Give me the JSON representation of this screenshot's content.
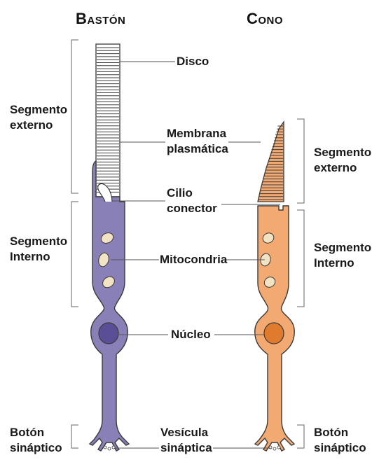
{
  "titles": {
    "rod": "Bastón",
    "cone": "Cono"
  },
  "labels": {
    "disco": "Disco",
    "membrana": [
      "Membrana",
      "plasmática"
    ],
    "cilio": [
      "Cilio",
      "conector"
    ],
    "mitocondria": "Mitocondria",
    "nucleo": "Núcleo",
    "vesicula": [
      "Vesícula",
      "sináptica"
    ],
    "left_segment_external": [
      "Segmento",
      "externo"
    ],
    "left_segment_internal": [
      "Segmento",
      "Interno"
    ],
    "left_boton": [
      "Botón",
      "sináptico"
    ],
    "right_segment_external": [
      "Segmento",
      "externo"
    ],
    "right_segment_internal": [
      "Segmento",
      "Interno"
    ],
    "right_boton": [
      "Botón",
      "sináptico"
    ]
  },
  "colors": {
    "rod_fill": "#8a80b8",
    "rod_dark": "#6a5f9e",
    "rod_nucleus": "#5a4f96",
    "cone_fill": "#f2aa72",
    "cone_dark": "#d9874c",
    "cone_nucleus": "#e07a2c",
    "mito_fill": "#f1e3c4",
    "outline": "#3a3a3a"
  }
}
